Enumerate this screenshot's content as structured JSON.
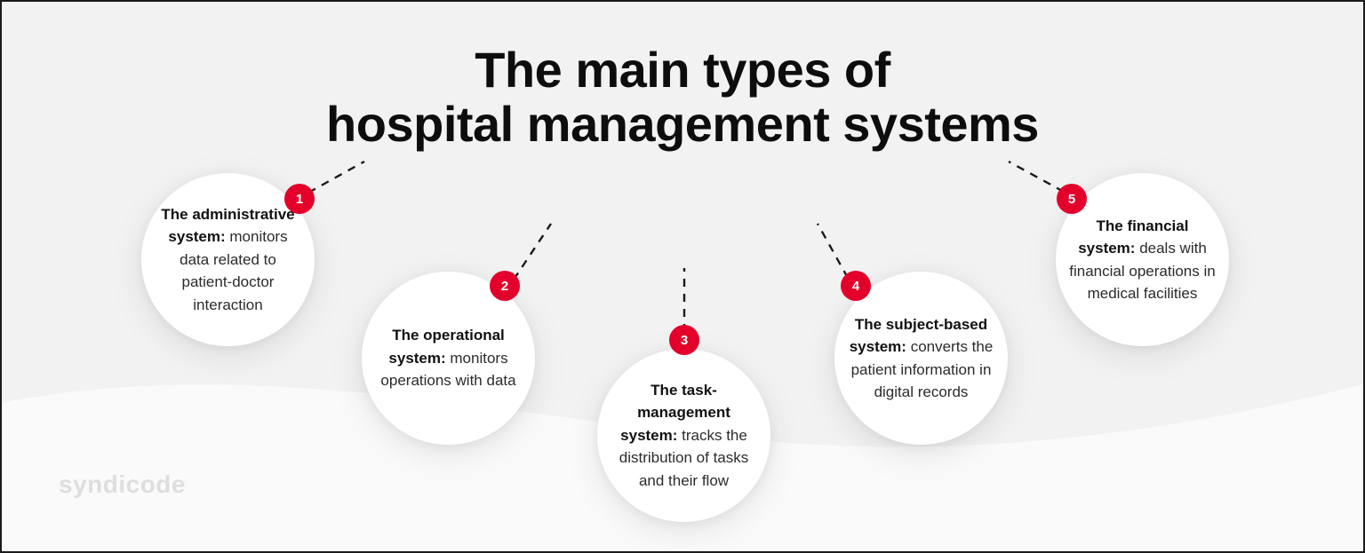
{
  "title": {
    "line1": "The main types of",
    "line2": "hospital management systems"
  },
  "brand": {
    "logo_text": "syndicode",
    "accent_color": "#E3002B",
    "logo_color": "#DEDEDE",
    "background_color": "#F2F2F2",
    "text_color": "#2B2B2B"
  },
  "nodes": [
    {
      "number": "1",
      "lead": "The administrative system:",
      "body": " monitors data related to patient-doctor interaction"
    },
    {
      "number": "2",
      "lead": "The operational system:",
      "body": " monitors operations with data"
    },
    {
      "number": "3",
      "lead": "The task-management system:",
      "body": " tracks the distribution of tasks and their flow"
    },
    {
      "number": "4",
      "lead": "The subject-based system:",
      "body": " converts the patient information in digital records"
    },
    {
      "number": "5",
      "lead": "The financial system:",
      "body": " deals with financial operations in medical facilities"
    }
  ]
}
